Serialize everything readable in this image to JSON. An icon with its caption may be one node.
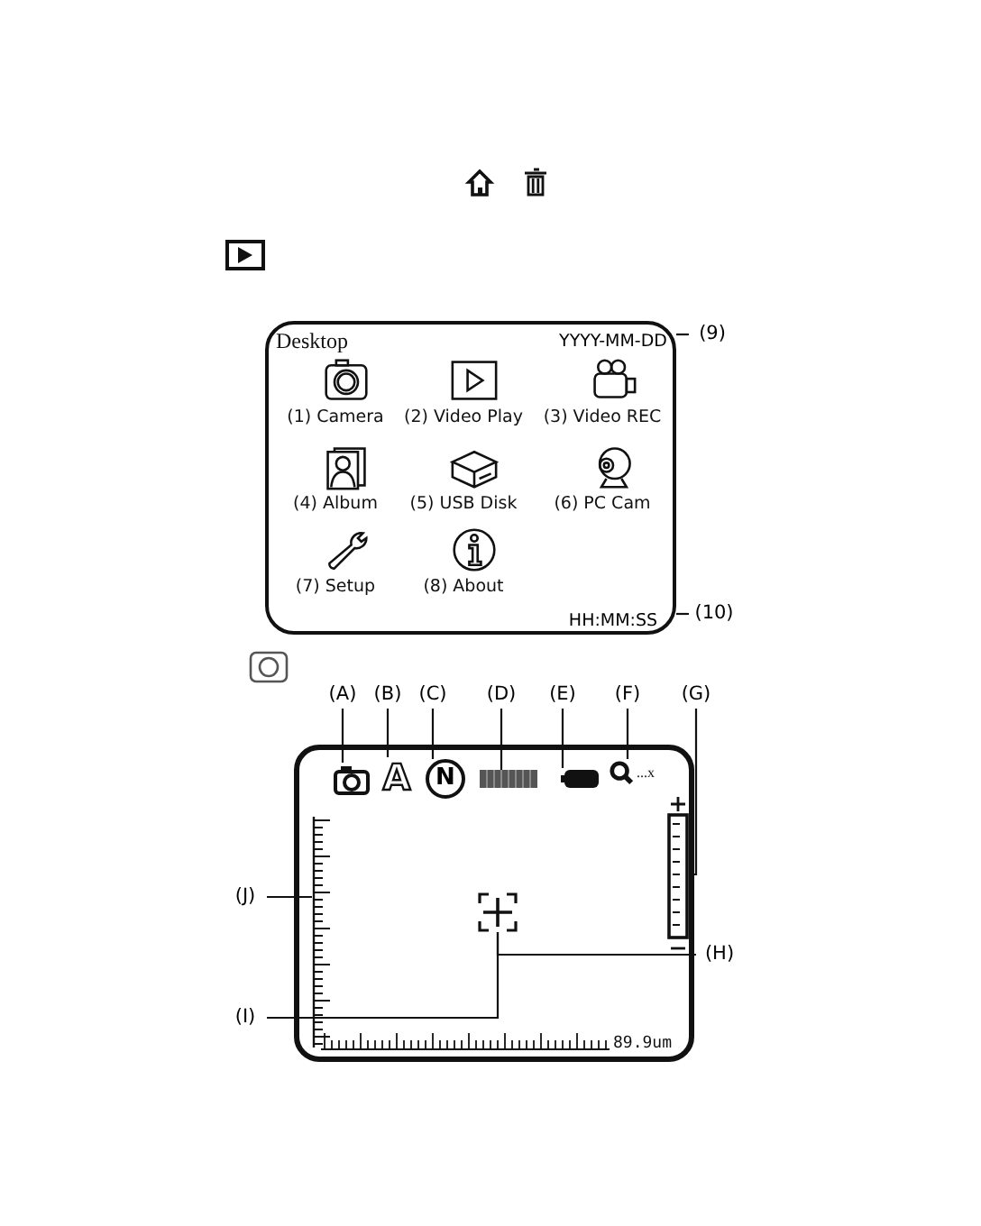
{
  "diagram": {
    "nodes": [
      {
        "text": [
          "Desktop"
        ]
      },
      {
        "text": [
          "YYYY-MM-DD"
        ],
        "in": 0
      },
      {
        "text": [
          "(9)"
        ]
      },
      {
        "text": [
          "(1) Camera"
        ],
        "in": 0
      },
      {
        "text": [
          "(2) Video Play"
        ],
        "in": 0
      },
      {
        "text": [
          "(3) Video REC"
        ],
        "in": 0
      },
      {
        "text": [
          "(4) Album"
        ],
        "in": 0
      },
      {
        "text": [
          "(5) USB Disk"
        ],
        "in": 0
      },
      {
        "text": [
          "(6) PC Cam"
        ],
        "in": 0
      },
      {
        "text": [
          "(7) Setup"
        ],
        "in": 0
      },
      {
        "text": [
          "(8) About"
        ],
        "in": 0
      },
      {
        "text": [
          "HH:MM:SS"
        ],
        "in": 0
      },
      {
        "text": [
          "(10)"
        ]
      },
      {
        "text": [],
        "shape": "box"
      },
      {
        "text": [],
        "shape": "camera",
        "in": 13
      },
      {
        "text": [
          "A"
        ],
        "in": 13
      },
      {
        "text": [
          "N"
        ],
        "in": 13
      },
      {
        "text": [],
        "shape": "bar",
        "in": 13
      },
      {
        "text": [],
        "shape": "battery",
        "in": 13
      },
      {
        "text": [
          "...x"
        ],
        "in": 13
      },
      {
        "text": [],
        "shape": "bar",
        "in": 13
      },
      {
        "text": [],
        "shape": "crosshair",
        "in": 13
      },
      {
        "text": [],
        "shape": "ruler",
        "in": 13
      },
      {
        "text": [
          "(A)"
        ]
      },
      {
        "text": [
          "(B)"
        ]
      },
      {
        "text": [
          "(C)"
        ]
      },
      {
        "text": [
          "(D)"
        ]
      },
      {
        "text": [
          "(E)"
        ]
      },
      {
        "text": [
          "(F)"
        ]
      },
      {
        "text": [
          "(G)"
        ]
      },
      {
        "text": [
          "(H)"
        ]
      },
      {
        "text": [
          "(I)"
        ]
      },
      {
        "text": [
          "(J)"
        ]
      }
    ],
    "edges": [
      {
        "from": 2,
        "to": 1,
        "arrow": "none"
      },
      {
        "from": 12,
        "to": 11,
        "arrow": "none"
      },
      {
        "from": 23,
        "to": 14,
        "arrow": "none"
      },
      {
        "from": 24,
        "to": 15,
        "arrow": "none"
      },
      {
        "from": 25,
        "to": 16,
        "arrow": "none"
      },
      {
        "from": 26,
        "to": 17,
        "arrow": "none"
      },
      {
        "from": 27,
        "to": 18,
        "arrow": "none"
      },
      {
        "from": 28,
        "to": 19,
        "arrow": "none"
      },
      {
        "from": 29,
        "to": 20,
        "arrow": "none"
      },
      {
        "from": 30,
        "to": 21,
        "arrow": "none"
      },
      {
        "from": 31,
        "to": 21,
        "arrow": "none"
      },
      {
        "from": 32,
        "to": 22,
        "arrow": "none"
      }
    ],
    "labels": [
      "89.9um"
    ]
  }
}
